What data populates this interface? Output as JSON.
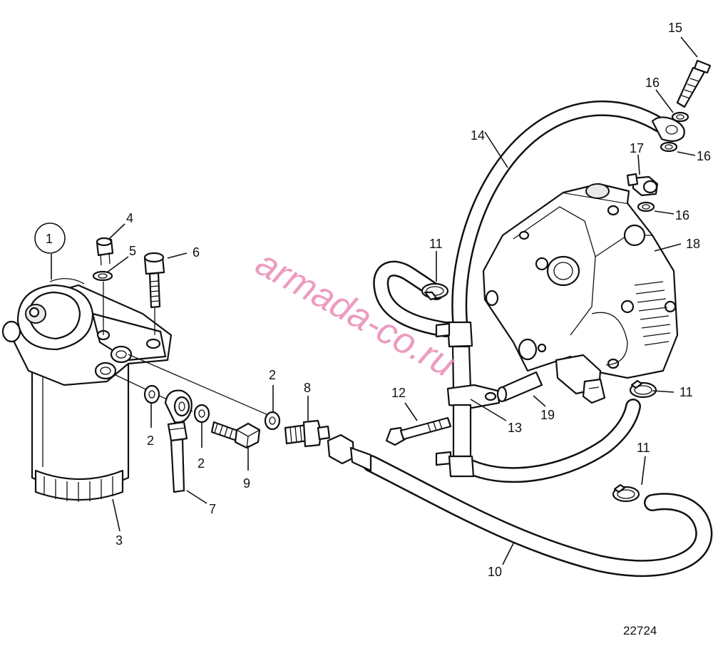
{
  "figure_number": "22724",
  "watermark": "armada-co.ru",
  "callouts": {
    "c1": "1",
    "c2a": "2",
    "c2b": "2",
    "c2c": "2",
    "c3": "3",
    "c4": "4",
    "c5": "5",
    "c6": "6",
    "c7": "7",
    "c8": "8",
    "c9": "9",
    "c10": "10",
    "c11a": "11",
    "c11b": "11",
    "c11c": "11",
    "c12": "12",
    "c13": "13",
    "c14": "14",
    "c15": "15",
    "c16a": "16",
    "c16b": "16",
    "c16c": "16",
    "c17": "17",
    "c18": "18",
    "c19": "19"
  },
  "colors": {
    "line": "#111111",
    "watermark": "#e98bb6",
    "background": "#ffffff"
  }
}
